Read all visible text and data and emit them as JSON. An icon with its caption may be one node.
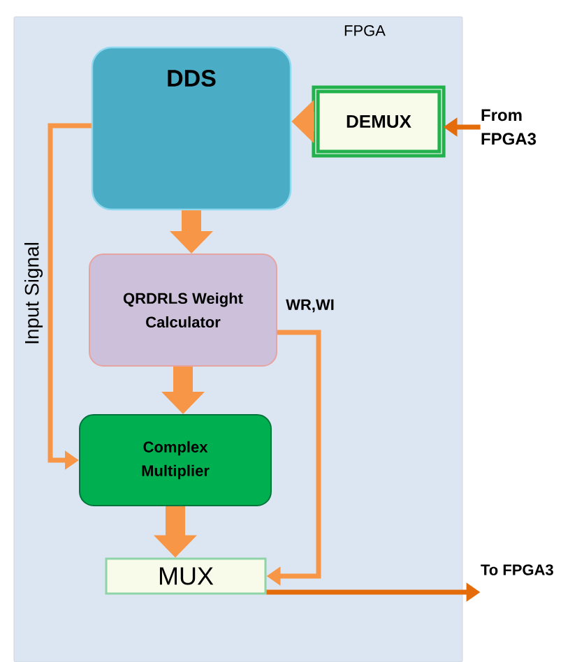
{
  "diagram": {
    "nodes": [
      {
        "text": [
          "FPGA"
        ]
      },
      {
        "text": [
          "DDS"
        ],
        "in": 0
      },
      {
        "text": [
          "DEMUX"
        ],
        "in": 0
      },
      {
        "text": [
          "From FPGA3"
        ]
      },
      {
        "text": [
          "QRDRLS Weight Calculator"
        ],
        "in": 0
      },
      {
        "text": [
          "Complex Multiplier"
        ],
        "in": 0
      },
      {
        "text": [
          "MUX"
        ],
        "in": 0
      },
      {
        "text": [
          "To FPGA3"
        ]
      }
    ],
    "edges": [
      {
        "from": 3,
        "to": 2,
        "arrow": "to",
        "color": "#e46c0a"
      },
      {
        "from": 2,
        "to": 1,
        "arrow": "to",
        "style": "thick"
      },
      {
        "from": 1,
        "to": 4,
        "arrow": "to",
        "style": "thick"
      },
      {
        "from": 1,
        "to": 5,
        "arrow": "to",
        "label": "Input Signal"
      },
      {
        "from": 4,
        "to": 5,
        "arrow": "to",
        "style": "thick"
      },
      {
        "from": 4,
        "to": 6,
        "arrow": "to",
        "label": "WR,WI"
      },
      {
        "from": 5,
        "to": 6,
        "arrow": "to",
        "style": "thick"
      },
      {
        "from": 6,
        "to": 7,
        "arrow": "to",
        "color": "#e46c0a"
      }
    ]
  }
}
